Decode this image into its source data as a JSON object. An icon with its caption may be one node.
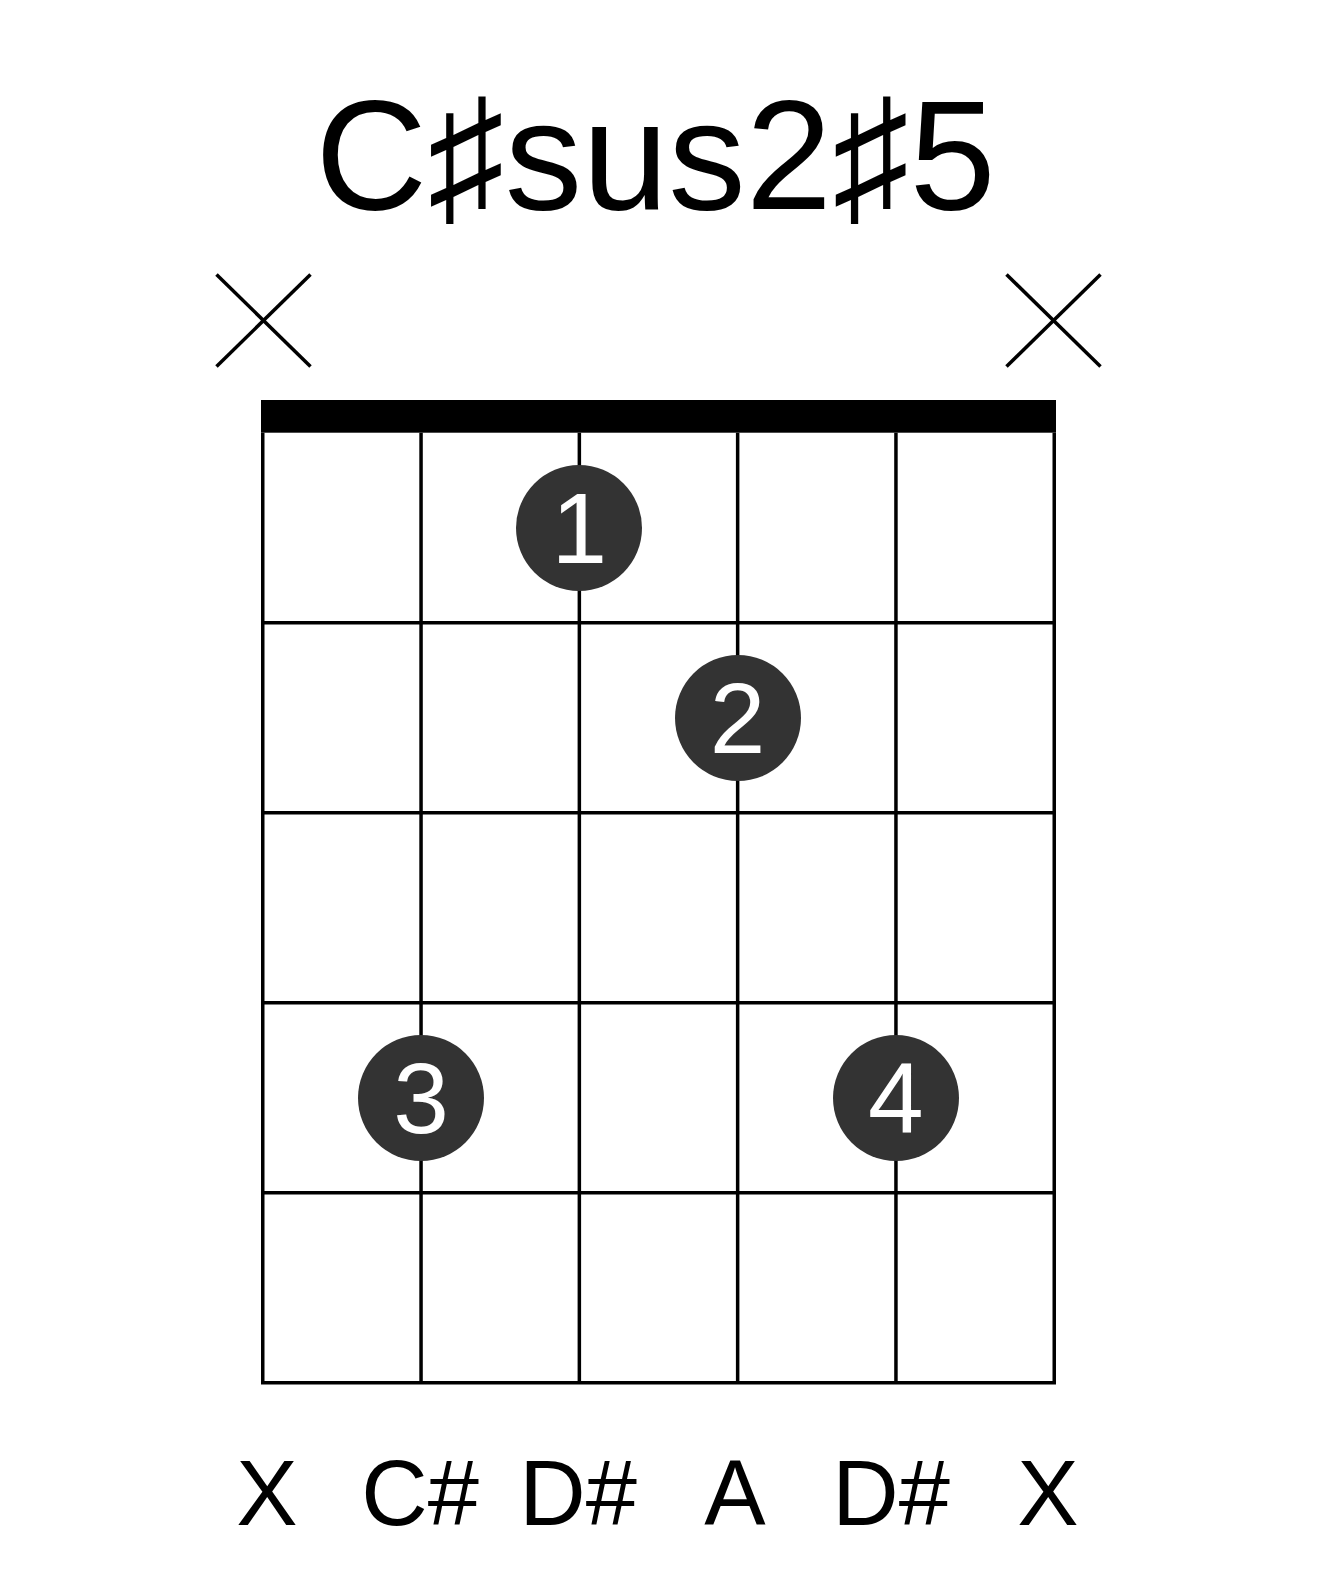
{
  "diagram": {
    "title": "C♯sus2♯5",
    "nodes": [
      {
        "text": [
          "1"
        ]
      },
      {
        "text": [
          "2"
        ]
      },
      {
        "text": [
          "3"
        ]
      },
      {
        "text": [
          "4"
        ]
      }
    ],
    "labels": [
      "X",
      "C#",
      "D#",
      "A",
      "D#",
      "X"
    ]
  }
}
